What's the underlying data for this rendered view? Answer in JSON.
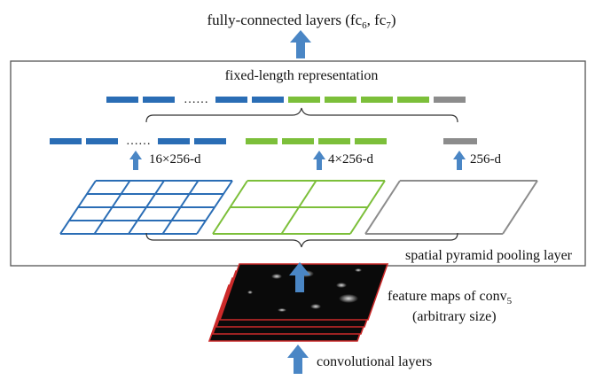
{
  "top": {
    "label": "fully-connected layers (fc",
    "sub1": "6",
    "mid": ", fc",
    "sub2": "7",
    "end": ")"
  },
  "box": {
    "title": "fixed-length representation",
    "pooling_label": "spatial pyramid pooling layer"
  },
  "levels": [
    {
      "dim_label": "16×256-d",
      "grid": 4,
      "color": "#2a6db5"
    },
    {
      "dim_label": "4×256-d",
      "grid": 2,
      "color": "#7cbf3a"
    },
    {
      "dim_label": "256-d",
      "grid": 1,
      "color": "#8c8c8c"
    }
  ],
  "dots": "……",
  "feature_maps": {
    "label": "feature maps of conv",
    "sub": "5",
    "note": "(arbitrary size)"
  },
  "conv": {
    "label": "convolutional layers"
  },
  "colors": {
    "blue": "#2a6db5",
    "green": "#7cbf3a",
    "gray": "#8c8c8c",
    "arrow": "#4a86c5",
    "feature_map_edge": "#cc2a2a",
    "feature_map_fill": "#0a0a0a"
  }
}
